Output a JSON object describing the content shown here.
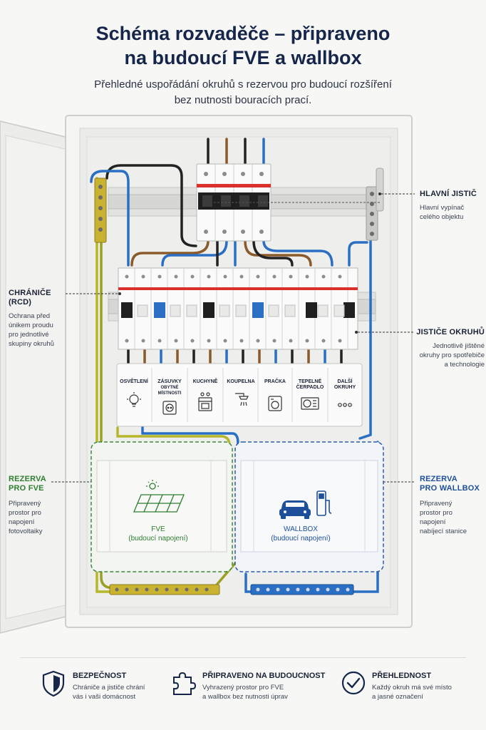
{
  "header": {
    "title_line1": "Schéma rozvaděče – připraveno",
    "title_line2": "na budoucí FVE a wallbox",
    "subtitle_line1": "Přehledné uspořádání okruhů s rezervou pro budoucí rozšíření",
    "subtitle_line2": "bez nutnosti bouracích prací."
  },
  "callouts": {
    "main_breaker": {
      "title": "HLAVNÍ JISTIČ",
      "line1": "Hlavní vypínač",
      "line2": "celého objektu"
    },
    "rcd": {
      "title": "CHRÁNIČE (RCD)",
      "line1": "Ochrana před",
      "line2": "únikem proudu",
      "line3": "pro jednotlivé",
      "line4": "skupiny okruhů"
    },
    "circuit_breakers": {
      "title": "JISTIČE OKRUHŮ",
      "line1": "Jednotlivě jištěné",
      "line2": "okruhy pro spotřebiče",
      "line3": "a technologie"
    },
    "reserve_fve": {
      "title_line1": "REZERVA",
      "title_line2": "PRO FVE",
      "line1": "Připravený",
      "line2": "prostor pro",
      "line3": "napojení",
      "line4": "fotovoltaiky"
    },
    "reserve_wallbox": {
      "title_line1": "REZERVA",
      "title_line2": "PRO WALLBOX",
      "line1": "Připravený",
      "line2": "prostor pro",
      "line3": "napojení",
      "line4": "nabíjecí stanice"
    }
  },
  "circuits": [
    {
      "label1": "OSVĚTLENÍ",
      "label2": "",
      "label3": "",
      "icon": "bulb-icon"
    },
    {
      "label1": "ZÁSUVKY",
      "label2": "OBYTNÉ",
      "label3": "MÍSTNOSTI",
      "icon": "socket-icon"
    },
    {
      "label1": "KUCHYNĚ",
      "label2": "",
      "label3": "",
      "icon": "stove-icon"
    },
    {
      "label1": "KOUPELNA",
      "label2": "",
      "label3": "",
      "icon": "shower-icon"
    },
    {
      "label1": "PRAČKA",
      "label2": "",
      "label3": "",
      "icon": "washer-icon"
    },
    {
      "label1": "TEPELNÉ",
      "label2": "ČERPADLO",
      "label3": "",
      "icon": "heat-pump-icon"
    },
    {
      "label1": "DALŠÍ",
      "label2": "OKRUHY",
      "label3": "",
      "icon": "dots-icon"
    }
  ],
  "reserves": {
    "fve": {
      "label": "FVE",
      "sublabel": "(budoucí napojení)"
    },
    "wallbox": {
      "label": "WALLBOX",
      "sublabel": "(budoucí napojení)"
    }
  },
  "features": [
    {
      "title": "BEZPEČNOST",
      "line1": "Chrániče a jističe chrání",
      "line2": "vás i vaši domácnost",
      "icon": "shield-icon"
    },
    {
      "title": "PŘIPRAVENO NA BUDOUCNOST",
      "line1": "Vyhrazený prostor pro FVE",
      "line2": "a wallbox bez nutnosti úprav",
      "icon": "puzzle-icon"
    },
    {
      "title": "PŘEHLEDNOST",
      "line1": "Každý okruh má své místo",
      "line2": "a jasné označení",
      "icon": "check-circle-icon"
    }
  ],
  "colors": {
    "title": "#16264a",
    "green": "#2f7d2f",
    "blue": "#1d4f9a",
    "breaker_red": "#d9302c",
    "wire_blue": "#2a6fc4",
    "wire_brown": "#8a5a2b",
    "wire_yellowgreen": "#b6b62a"
  }
}
